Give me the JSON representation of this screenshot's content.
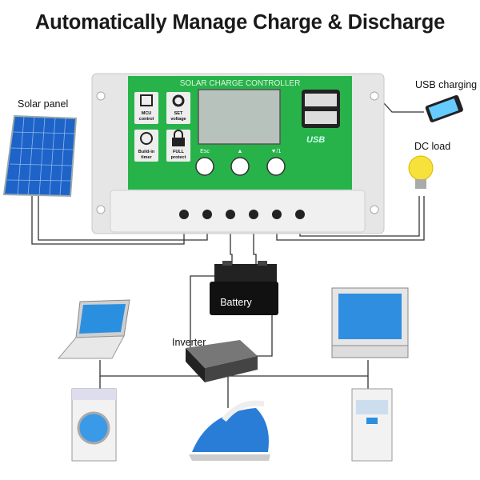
{
  "title": "Automatically Manage Charge & Discharge",
  "labels": {
    "solar_panel": "Solar panel",
    "usb_charging": "USB charging",
    "dc_load": "DC load",
    "battery": "Battery",
    "inverter": "Inverter"
  },
  "controller": {
    "heading": "SOLAR CHARGE CONTROLLER",
    "features": [
      {
        "line1": "MCU",
        "line2": "control",
        "icon": "chip-icon"
      },
      {
        "line1": "SET",
        "line2": "voltage",
        "icon": "gear-icon"
      },
      {
        "line1": "Build-in",
        "line2": "timer",
        "icon": "clock-icon"
      },
      {
        "line1": "FULL",
        "line2": "protect",
        "icon": "lock-icon"
      }
    ],
    "usb_label": "USB",
    "button_labels": [
      "Esc",
      "▲",
      "▼/1"
    ]
  },
  "colors": {
    "green": "#27b34a",
    "panel_blue": "#1e63c8",
    "body_gray": "#e6e6e6"
  }
}
